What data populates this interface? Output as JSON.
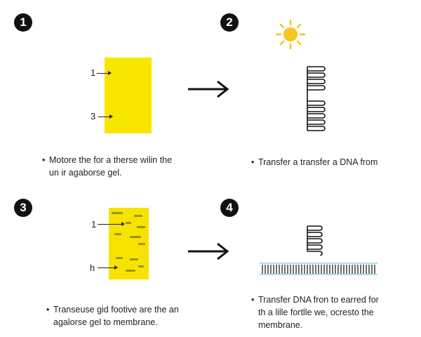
{
  "steps": [
    {
      "number": "1",
      "gel_labels": [
        "1",
        "3"
      ],
      "caption_lines": [
        "Motore the for a therse wilin the",
        "un ir agaborse gel."
      ]
    },
    {
      "number": "2",
      "caption_lines": [
        "Transfer a transfer a DNA from"
      ]
    },
    {
      "number": "3",
      "gel_labels": [
        "1",
        "h"
      ],
      "caption_lines": [
        "Transeuse gid footive are  the an",
        "agalorse gel to membrane."
      ]
    },
    {
      "number": "4",
      "caption_lines": [
        "Transfer DNA fron to earred for",
        "th a lille fortlle we, ocresto the",
        "membrane."
      ]
    }
  ],
  "bullet": "•",
  "colors": {
    "gel": "#f7e600",
    "sun": "#f5c518",
    "membrane_line": "#8fd3e8",
    "ink": "#111111"
  },
  "icons": [
    "sun-icon",
    "dna-coil-icon",
    "arrow-right-icon",
    "membrane-icon"
  ]
}
